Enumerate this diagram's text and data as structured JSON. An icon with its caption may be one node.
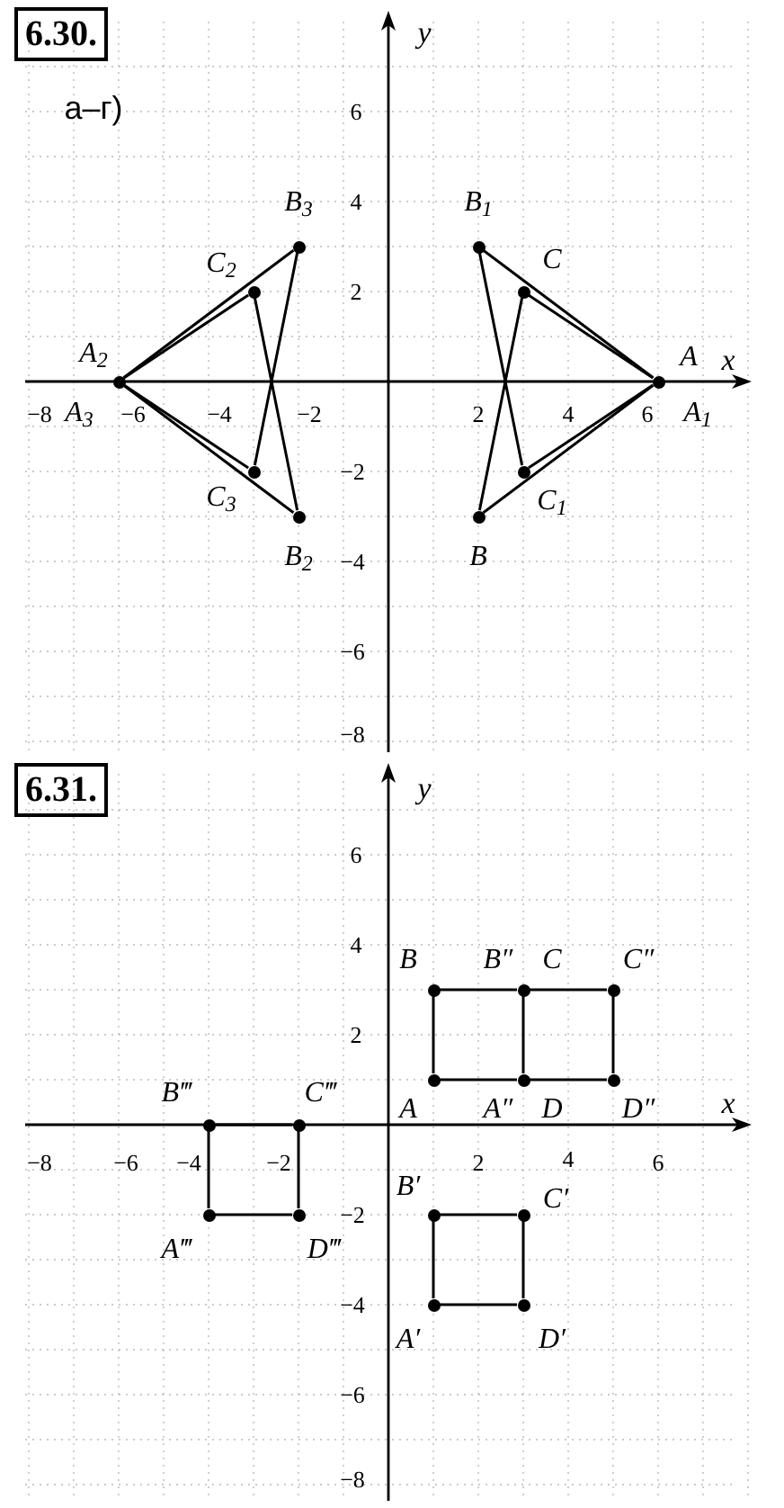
{
  "diagram": {
    "nodes": [
      {
        "text": [
          "6.30."
        ]
      },
      {
        "text": [],
        "shape": "circle",
        "beside": [
          "A",
          "A$_{1}$"
        ]
      },
      {
        "text": [],
        "shape": "circle",
        "beside": [
          "B$_{1}$"
        ]
      },
      {
        "text": [],
        "shape": "circle",
        "beside": [
          "C"
        ]
      },
      {
        "text": [],
        "shape": "circle",
        "beside": [
          "C$_{1}$"
        ]
      },
      {
        "text": [],
        "shape": "circle",
        "beside": [
          "B"
        ]
      },
      {
        "text": [],
        "shape": "circle",
        "beside": [
          "A$_{2}$",
          "A$_{3}$"
        ]
      },
      {
        "text": [],
        "shape": "circle",
        "beside": [
          "B$_{3}$"
        ]
      },
      {
        "text": [],
        "shape": "circle",
        "beside": [
          "C$_{2}$"
        ]
      },
      {
        "text": [],
        "shape": "circle",
        "beside": [
          "C$_{3}$"
        ]
      },
      {
        "text": [],
        "shape": "circle",
        "beside": [
          "B$_{2}$"
        ]
      },
      {
        "text": [
          "6.31."
        ]
      },
      {
        "text": [],
        "shape": "circle",
        "beside": [
          "B"
        ]
      },
      {
        "text": [],
        "shape": "circle",
        "beside": [
          "B″",
          "C"
        ]
      },
      {
        "text": [],
        "shape": "circle",
        "beside": [
          "C″"
        ]
      },
      {
        "text": [],
        "shape": "circle",
        "beside": [
          "A"
        ]
      },
      {
        "text": [],
        "shape": "circle",
        "beside": [
          "A″",
          "D"
        ]
      },
      {
        "text": [],
        "shape": "circle",
        "beside": [
          "D″"
        ]
      },
      {
        "text": [],
        "shape": "circle",
        "beside": [
          "B‴"
        ]
      },
      {
        "text": [],
        "shape": "circle",
        "beside": [
          "C‴"
        ]
      },
      {
        "text": [],
        "shape": "circle",
        "beside": [
          "A‴"
        ]
      },
      {
        "text": [],
        "shape": "circle",
        "beside": [
          "D‴"
        ]
      },
      {
        "text": [],
        "shape": "circle",
        "beside": [
          "B′"
        ]
      },
      {
        "text": [],
        "shape": "circle",
        "beside": [
          "C′"
        ]
      },
      {
        "text": [],
        "shape": "circle",
        "beside": [
          "A′"
        ]
      },
      {
        "text": [],
        "shape": "circle",
        "beside": [
          "D′"
        ]
      }
    ],
    "edges": [
      {
        "from": 1,
        "to": 5,
        "arrow": "none"
      },
      {
        "from": 5,
        "to": 3,
        "arrow": "none"
      },
      {
        "from": 3,
        "to": 1,
        "arrow": "none"
      },
      {
        "from": 1,
        "to": 2,
        "arrow": "none"
      },
      {
        "from": 2,
        "to": 4,
        "arrow": "none"
      },
      {
        "from": 4,
        "to": 1,
        "arrow": "none"
      },
      {
        "from": 6,
        "to": 10,
        "arrow": "none"
      },
      {
        "from": 10,
        "to": 8,
        "arrow": "none"
      },
      {
        "from": 8,
        "to": 6,
        "arrow": "none"
      },
      {
        "from": 6,
        "to": 7,
        "arrow": "none"
      },
      {
        "from": 7,
        "to": 9,
        "arrow": "none"
      },
      {
        "from": 9,
        "to": 6,
        "arrow": "none"
      },
      {
        "from": 15,
        "to": 12,
        "arrow": "none"
      },
      {
        "from": 12,
        "to": 13,
        "arrow": "none"
      },
      {
        "from": 13,
        "to": 16,
        "arrow": "none"
      },
      {
        "from": 16,
        "to": 15,
        "arrow": "none"
      },
      {
        "from": 13,
        "to": 14,
        "arrow": "none"
      },
      {
        "from": 14,
        "to": 17,
        "arrow": "none"
      },
      {
        "from": 17,
        "to": 16,
        "arrow": "none"
      },
      {
        "from": 24,
        "to": 22,
        "arrow": "none"
      },
      {
        "from": 22,
        "to": 23,
        "arrow": "none"
      },
      {
        "from": 23,
        "to": 25,
        "arrow": "none"
      },
      {
        "from": 25,
        "to": 24,
        "arrow": "none"
      },
      {
        "from": 20,
        "to": 18,
        "arrow": "none"
      },
      {
        "from": 18,
        "to": 19,
        "arrow": "none"
      },
      {
        "from": 19,
        "to": 21,
        "arrow": "none"
      },
      {
        "from": 21,
        "to": 20,
        "arrow": "none"
      }
    ],
    "labels": [
      "а–г)",
      "y",
      "6",
      "4",
      "2",
      "x",
      "−8",
      "−6",
      "−4",
      "−2",
      "2",
      "4",
      "6",
      "−2",
      "−4",
      "−6",
      "−8",
      "y",
      "6",
      "4",
      "2",
      "x",
      "−8",
      "−6",
      "−4",
      "−2",
      "2",
      "4",
      "6",
      "−2",
      "−4",
      "−6",
      "−8"
    ]
  }
}
